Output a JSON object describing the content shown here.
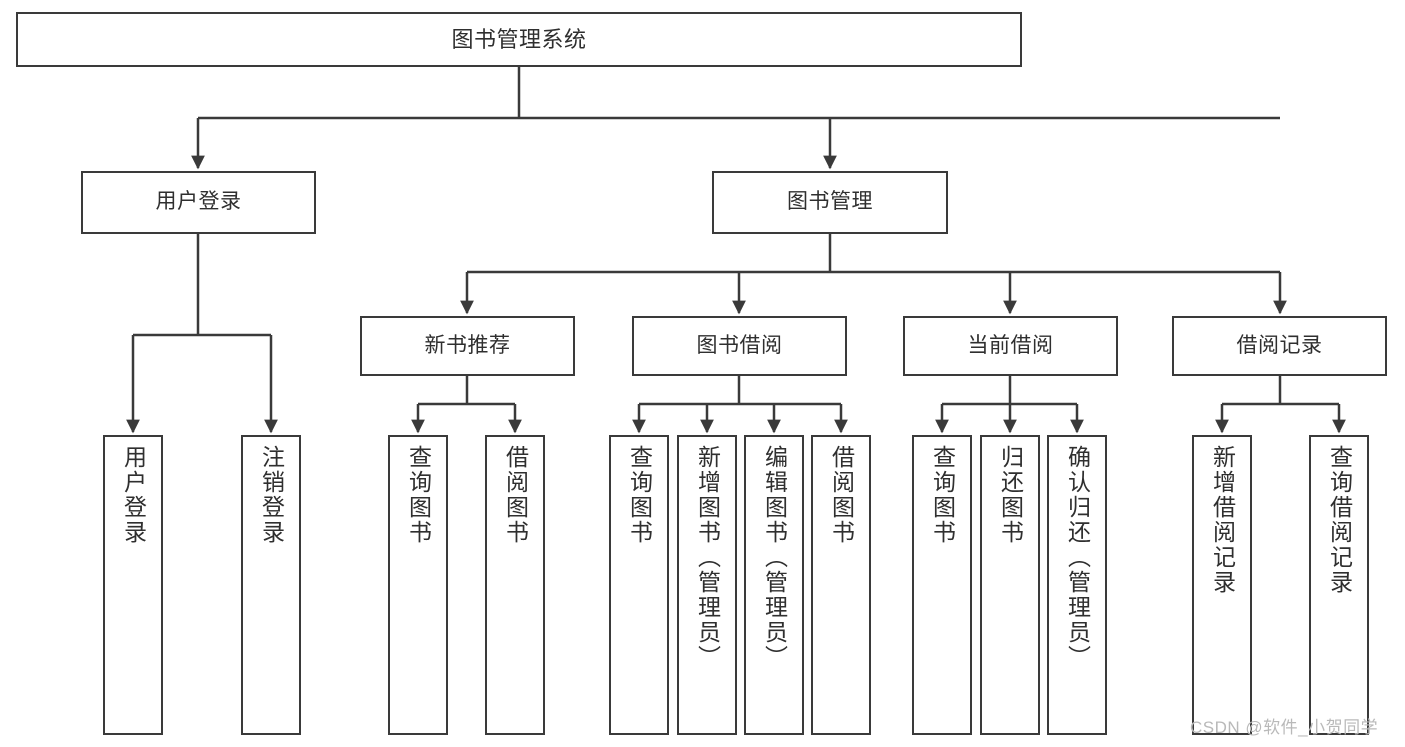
{
  "diagram": {
    "title": "图书管理系统",
    "type": "function-hierarchy-tree",
    "watermark": "CSDN @软件_小贺同学",
    "colors": {
      "stroke": "#3a3a3a",
      "fill": "#ffffff",
      "text": "#2f2f2f",
      "watermark": "#b9b9b9"
    },
    "nodes": {
      "root": {
        "label": "图书管理系统"
      },
      "level1": [
        {
          "id": "user-login",
          "label": "用户登录"
        },
        {
          "id": "book-manage",
          "label": "图书管理"
        }
      ],
      "level2": [
        {
          "id": "new-book-recommend",
          "label": "新书推荐"
        },
        {
          "id": "book-borrow",
          "label": "图书借阅"
        },
        {
          "id": "current-borrow",
          "label": "当前借阅"
        },
        {
          "id": "borrow-record",
          "label": "借阅记录"
        }
      ],
      "leaves": {
        "user-login": [
          {
            "id": "leaf-user-login",
            "label": "用户登录"
          },
          {
            "id": "leaf-user-logout",
            "label": "注销登录"
          }
        ],
        "new-book-recommend": [
          {
            "id": "leaf-query-book-1",
            "label": "查询图书"
          },
          {
            "id": "leaf-borrow-book-1",
            "label": "借阅图书"
          }
        ],
        "book-borrow": [
          {
            "id": "leaf-query-book-2",
            "label": "查询图书"
          },
          {
            "id": "leaf-add-book",
            "label": "新增图书（管理员）"
          },
          {
            "id": "leaf-edit-book",
            "label": "编辑图书（管理员）"
          },
          {
            "id": "leaf-borrow-book-2",
            "label": "借阅图书"
          }
        ],
        "current-borrow": [
          {
            "id": "leaf-query-book-3",
            "label": "查询图书"
          },
          {
            "id": "leaf-return-book",
            "label": "归还图书"
          },
          {
            "id": "leaf-confirm-return",
            "label": "确认归还（管理员）"
          }
        ],
        "borrow-record": [
          {
            "id": "leaf-add-record",
            "label": "新增借阅记录"
          },
          {
            "id": "leaf-query-record",
            "label": "查询借阅记录"
          }
        ]
      }
    }
  }
}
